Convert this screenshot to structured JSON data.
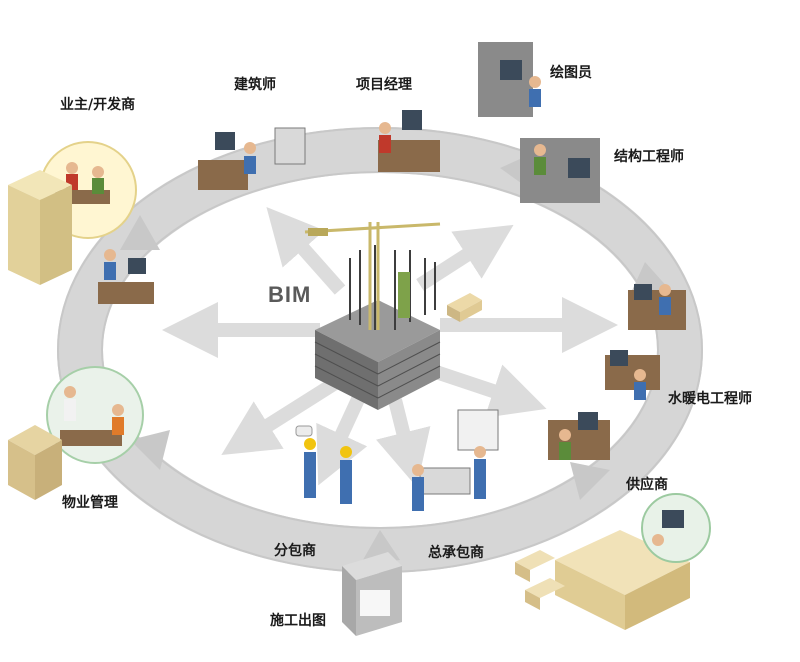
{
  "center": {
    "label": "BIM"
  },
  "roles": [
    {
      "id": "owner",
      "label": "业主/开发商"
    },
    {
      "id": "architect",
      "label": "建筑师"
    },
    {
      "id": "project-manager",
      "label": "项目经理"
    },
    {
      "id": "drafter",
      "label": "绘图员"
    },
    {
      "id": "structural-engineer",
      "label": "结构工程师"
    },
    {
      "id": "mep-engineer",
      "label": "水暖电工程师"
    },
    {
      "id": "supplier",
      "label": "供应商"
    },
    {
      "id": "general-contractor",
      "label": "总承包商"
    },
    {
      "id": "construction-drawings",
      "label": "施工出图"
    },
    {
      "id": "subcontractor",
      "label": "分包商"
    },
    {
      "id": "property-management",
      "label": "物业管理"
    }
  ],
  "colors": {
    "ring": "#d9d9d9",
    "ring_edge": "#c4c4c4",
    "arrow": "#dcdcdc",
    "building": "#8a8a8a",
    "crane": "#c9b86a",
    "worker_shirt": "#3f6fb0",
    "desk": "#8a6a4a",
    "chair": "#b8323a",
    "warehouse": "#e7d3a6"
  }
}
